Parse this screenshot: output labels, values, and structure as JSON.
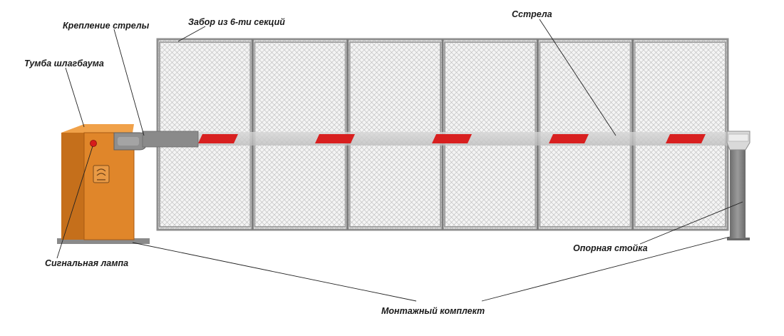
{
  "labels": {
    "boom_mount": "Крепление стрелы",
    "fence": "Забор из 6-ти секций",
    "boom": "Сстрела",
    "cabinet": "Тумба шлагбаума",
    "signal_lamp": "Сигнальная лампа",
    "support_post": "Опорная стойка",
    "mounting_kit": "Монтажный комплект"
  },
  "fence": {
    "sections": 6
  },
  "boom": {
    "reflector_count": 5
  },
  "colors": {
    "cabinet": "#e0862a",
    "cabinet_side": "#c26f1c",
    "fence_frame": "#8f8f8f",
    "mesh": "#bdbdbd",
    "boom": "#c8c8c8",
    "reflector": "#d81f1f",
    "leader_line": "#222222"
  }
}
